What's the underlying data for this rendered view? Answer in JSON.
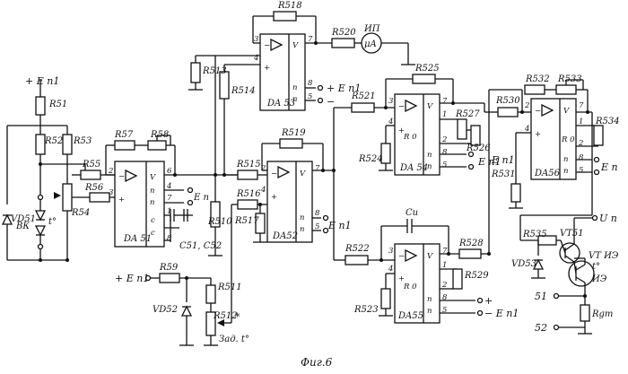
{
  "figure": {
    "caption": "Фиг.6"
  },
  "opamps": [
    {
      "id": "DA51",
      "label": "DA 51"
    },
    {
      "id": "DA52",
      "label": "DA52"
    },
    {
      "id": "DA53",
      "label": "DA 53"
    },
    {
      "id": "DA54",
      "label": "DA 54"
    },
    {
      "id": "DA55",
      "label": "DA55"
    },
    {
      "id": "DA56",
      "label": "DA56"
    }
  ],
  "resistors": {
    "R51": "R51",
    "R52": "R52",
    "R53": "R53",
    "R54": "R54",
    "R55": "R55",
    "R56": "R56",
    "R57": "R57",
    "R58": "R58",
    "R59": "R59",
    "R510": "R510",
    "R511": "R511",
    "R512": "R512",
    "R513": "R513",
    "R514": "R514",
    "R515": "R515",
    "R516": "R516",
    "R517": "R517",
    "R518": "R518",
    "R519": "R519",
    "R520": "R520",
    "R521": "R521",
    "R522": "R522",
    "R523": "R523",
    "R524": "R524",
    "R525": "R525",
    "R526": "R526",
    "R527": "R527",
    "R528": "R528",
    "R529": "R529",
    "R530": "R530",
    "R531": "R531",
    "R532": "R532",
    "R533": "R533",
    "R534": "R534",
    "R535": "R535",
    "Rgm": "Rgm"
  },
  "labels": {
    "en1": "E п1",
    "plus_en1": "+ E п1",
    "minus_en1": "− E п1",
    "en": "E п",
    "vd51": "VD51",
    "vd52": "VD52",
    "vd53": "VD53",
    "vt51": "VT51",
    "vt_ie": "VT ИЭ",
    "ie": "ИЭ",
    "tdeg": "t°",
    "vk": "ВК",
    "ip": "ИП",
    "ua": "μA",
    "cap_c51c52": "C51, C52",
    "cu": "Cu",
    "zad_t": "Зад. t°",
    "star": "*",
    "un": "U п",
    "node51": "51",
    "node52": "52",
    "ro": "R 0",
    "pin_n": "п",
    "pin_v": "V",
    "plus": "+",
    "minus": "−"
  }
}
